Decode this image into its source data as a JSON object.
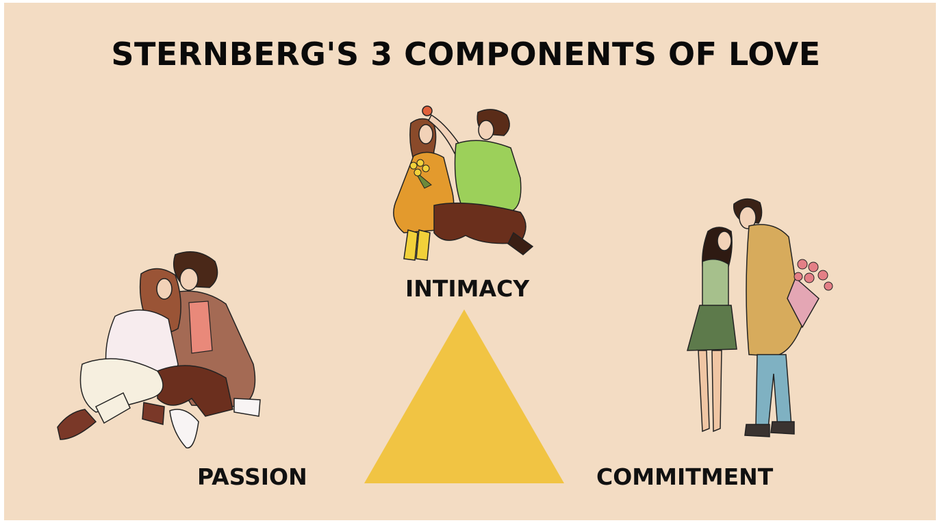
{
  "title": "STERNBERG'S 3 COMPONENTS OF LOVE",
  "components": {
    "intimacy": "INTIMACY",
    "passion": "PASSION",
    "commitment": "COMMITMENT"
  },
  "colors": {
    "background": "#f3dcc3",
    "triangle": "#f1c443",
    "text": "#111111"
  },
  "icons": {
    "intimacy": "couple-sitting-flowers-illustration",
    "passion": "couple-cuddling-illustration",
    "commitment": "couple-standing-bouquet-illustration",
    "center": "triangle-shape"
  }
}
